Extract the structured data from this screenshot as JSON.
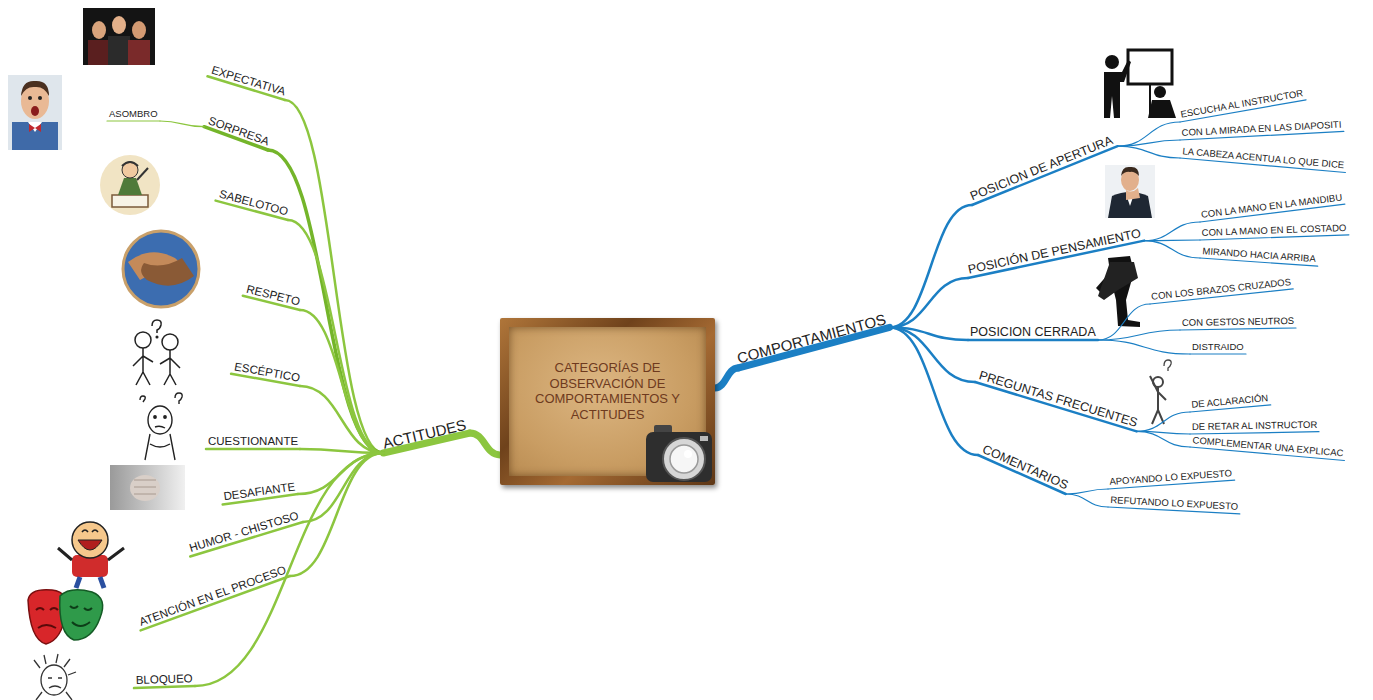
{
  "diagram": {
    "nodes": [
      {
        "text": [
          "CATEGORÍAS DE OBSERVACIÓN DE COMPORTAMIENTOS Y ACTITUDES"
        ]
      },
      {
        "text": [
          "ACTITUDES"
        ]
      },
      {
        "text": [
          "EXPECTATIVA"
        ]
      },
      {
        "text": [
          "SORPRESA"
        ]
      },
      {
        "text": [
          "ASOMBRO"
        ]
      },
      {
        "text": [
          "SABELOTOO"
        ]
      },
      {
        "text": [
          "RESPETO"
        ]
      },
      {
        "text": [
          "ESCÉPTICO"
        ]
      },
      {
        "text": [
          "CUESTIONANTE"
        ]
      },
      {
        "text": [
          "DESAFIANTE"
        ]
      },
      {
        "text": [
          "HUMOR - CHISTOSO"
        ]
      },
      {
        "text": [
          "ATENCIÓN EN EL PROCESO"
        ]
      },
      {
        "text": [
          "BLOQUEO"
        ]
      },
      {
        "text": [
          "COMPORTAMIENTOS"
        ]
      },
      {
        "text": [
          "POSICION DE APERTURA"
        ]
      },
      {
        "text": [
          "ESCUCHA AL INSTRUCTOR"
        ]
      },
      {
        "text": [
          "CON LA MIRADA EN LAS DIAPOSITI"
        ]
      },
      {
        "text": [
          "LA CABEZA ACENTUA LO QUE DICE"
        ]
      },
      {
        "text": [
          "POSICIÓN DE PENSAMIENTO"
        ]
      },
      {
        "text": [
          "CON LA MANO EN LA MANDIBU"
        ]
      },
      {
        "text": [
          "CON LA MANO EN EL COSTADO"
        ]
      },
      {
        "text": [
          "MIRANDO HACIA ARRIBA"
        ]
      },
      {
        "text": [
          "POSICION CERRADA"
        ]
      },
      {
        "text": [
          "CON LOS BRAZOS CRUZADOS"
        ]
      },
      {
        "text": [
          "CON GESTOS NEUTROS"
        ]
      },
      {
        "text": [
          "DISTRAIDO"
        ]
      },
      {
        "text": [
          "PREGUNTAS FRECUENTES"
        ]
      },
      {
        "text": [
          "DE ACLARACIÓN"
        ]
      },
      {
        "text": [
          "DE RETAR AL INSTRUCTOR"
        ]
      },
      {
        "text": [
          "COMPLEMENTAR UNA EXPLICAC"
        ]
      },
      {
        "text": [
          "COMENTARIOS"
        ]
      },
      {
        "text": [
          "APOYANDO LO EXPUESTO"
        ]
      },
      {
        "text": [
          "REFUTANDO LO EXPUESTO"
        ]
      }
    ],
    "edges": [
      {
        "from": 0,
        "to": 1,
        "arrow": "none"
      },
      {
        "from": 1,
        "to": 2,
        "arrow": "none"
      },
      {
        "from": 1,
        "to": 3,
        "arrow": "none"
      },
      {
        "from": 3,
        "to": 4,
        "arrow": "none"
      },
      {
        "from": 1,
        "to": 5,
        "arrow": "none"
      },
      {
        "from": 1,
        "to": 6,
        "arrow": "none"
      },
      {
        "from": 1,
        "to": 7,
        "arrow": "none"
      },
      {
        "from": 1,
        "to": 8,
        "arrow": "none"
      },
      {
        "from": 1,
        "to": 9,
        "arrow": "none"
      },
      {
        "from": 1,
        "to": 10,
        "arrow": "none"
      },
      {
        "from": 1,
        "to": 11,
        "arrow": "none"
      },
      {
        "from": 1,
        "to": 12,
        "arrow": "none"
      },
      {
        "from": 0,
        "to": 13,
        "arrow": "none"
      },
      {
        "from": 13,
        "to": 14,
        "arrow": "none"
      },
      {
        "from": 14,
        "to": 15,
        "arrow": "none"
      },
      {
        "from": 14,
        "to": 16,
        "arrow": "none"
      },
      {
        "from": 14,
        "to": 17,
        "arrow": "none"
      },
      {
        "from": 13,
        "to": 18,
        "arrow": "none"
      },
      {
        "from": 18,
        "to": 19,
        "arrow": "none"
      },
      {
        "from": 18,
        "to": 20,
        "arrow": "none"
      },
      {
        "from": 18,
        "to": 21,
        "arrow": "none"
      },
      {
        "from": 13,
        "to": 22,
        "arrow": "none"
      },
      {
        "from": 22,
        "to": 23,
        "arrow": "none"
      },
      {
        "from": 22,
        "to": 24,
        "arrow": "none"
      },
      {
        "from": 22,
        "to": 25,
        "arrow": "none"
      },
      {
        "from": 13,
        "to": 26,
        "arrow": "none"
      },
      {
        "from": 26,
        "to": 27,
        "arrow": "none"
      },
      {
        "from": 26,
        "to": 28,
        "arrow": "none"
      },
      {
        "from": 26,
        "to": 29,
        "arrow": "none"
      },
      {
        "from": 13,
        "to": 30,
        "arrow": "none"
      },
      {
        "from": 30,
        "to": 31,
        "arrow": "none"
      },
      {
        "from": 30,
        "to": 32,
        "arrow": "none"
      }
    ]
  }
}
